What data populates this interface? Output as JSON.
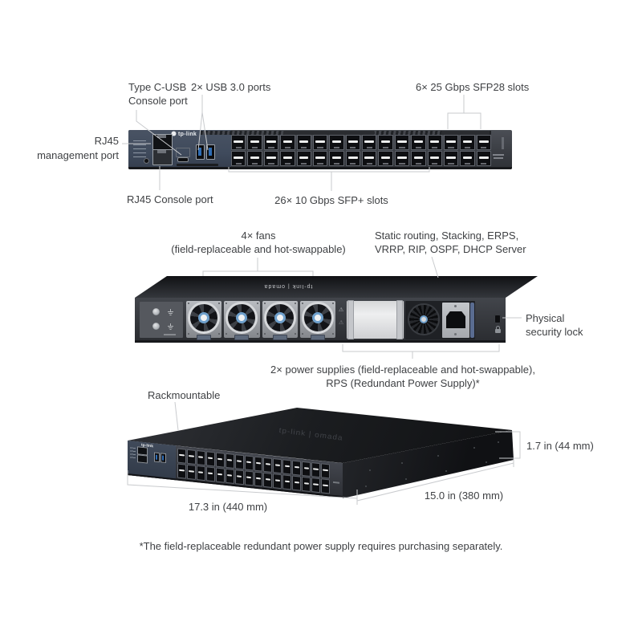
{
  "colors": {
    "text": "#3f4144",
    "line": "#c9cbce",
    "usb_blue": "#2e6cb4",
    "latch_white": "#eceded",
    "fan_hub_blue": "#6fa0cc",
    "psu_handle_blue": "#5a6c91",
    "panel_blue": "#3f4a5c"
  },
  "device": {
    "brand_logo": "tp-link",
    "rear_top_logo": "tp-link | omada",
    "top_watermark": "tp-link | omada"
  },
  "front_view": {
    "port_columns": 16,
    "port_rows": 2,
    "labels": {
      "typec_line1": "Type C-USB",
      "typec_line2": "Console port",
      "usb_ports": "2× USB 3.0 ports",
      "sfp28_slots": "6× 25 Gbps SFP28 slots",
      "rj45_mgmt_line1": "RJ45",
      "rj45_mgmt_line2": "management port",
      "rj45_console": "RJ45 Console port",
      "sfp_plus_slots": "26× 10 Gbps SFP+ slots"
    }
  },
  "rear_view": {
    "fan_count": 4,
    "labels": {
      "fans_line1": "4× fans",
      "fans_line2": "(field-replaceable and hot-swappable)",
      "features_line1": "Static routing, Stacking, ERPS,",
      "features_line2": "VRRP, RIP, OSPF, DHCP Server",
      "security_line1": "Physical",
      "security_line2": "security lock",
      "psu_line1": "2× power supplies (field-replaceable and hot-swappable),",
      "psu_line2": "RPS (Redundant Power Supply)*"
    }
  },
  "iso_view": {
    "port_columns": 16,
    "port_rows": 2,
    "labels": {
      "rackmountable": "Rackmountable",
      "dim_height": "1.7 in (44 mm)",
      "dim_depth": "15.0 in (380 mm)",
      "dim_width": "17.3 in (440 mm)"
    }
  },
  "footnote": "*The field-replaceable redundant power supply requires purchasing separately."
}
